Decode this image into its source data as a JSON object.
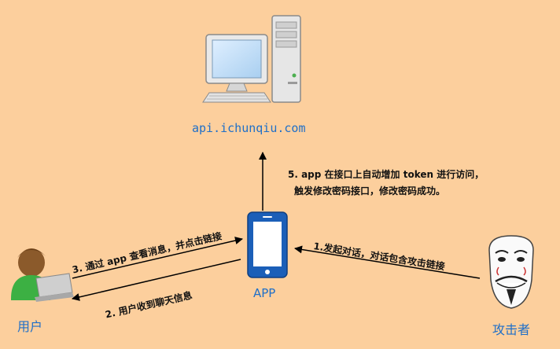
{
  "server": {
    "host": "api.ichunqiu.com"
  },
  "app": {
    "label": "APP"
  },
  "user": {
    "label": "用户"
  },
  "attacker": {
    "label": "攻击者"
  },
  "steps": {
    "step1": "1.发起对话，对话包含攻击链接",
    "step2": "2. 用户收到聊天信息",
    "step3": "3. 通过 app 查看消息，并点击链接",
    "step5_line1": "5. app 在接口上自动增加 token 进行访问，",
    "step5_line2": "触发修改密码接口，修改密码成功。"
  },
  "colors": {
    "background": "#fccf9d",
    "label_blue": "#1f6fc8",
    "arrow": "#000000"
  }
}
